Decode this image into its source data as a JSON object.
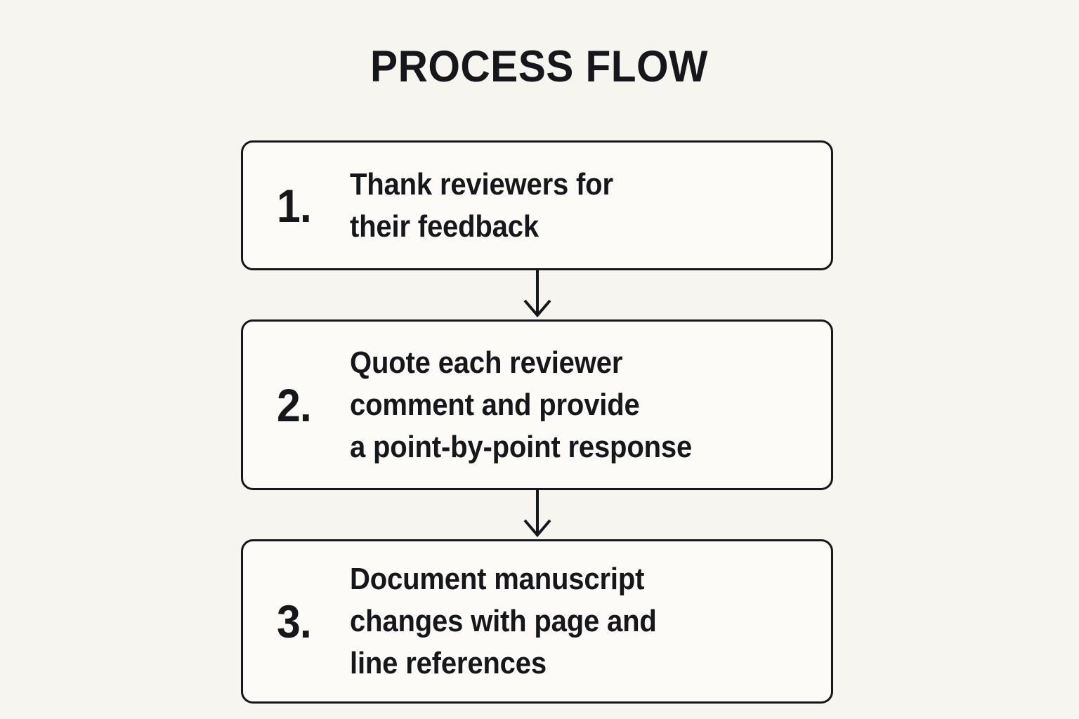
{
  "page": {
    "title": "PROCESS FLOW",
    "background_color": "#F7F5F0",
    "ink_color": "#15171B",
    "box_fill_color": "#FCFBF8"
  },
  "flow": {
    "steps": [
      {
        "number": "1.",
        "text": "Thank reviewers for\ntheir feedback"
      },
      {
        "number": "2.",
        "text": "Quote each reviewer\ncomment and provide\na point-by-point response"
      },
      {
        "number": "3.",
        "text": "Document manuscript\nchanges with page and\nline references"
      }
    ],
    "connectors": [
      {
        "icon": "down-arrow-icon"
      },
      {
        "icon": "down-arrow-icon"
      }
    ]
  }
}
